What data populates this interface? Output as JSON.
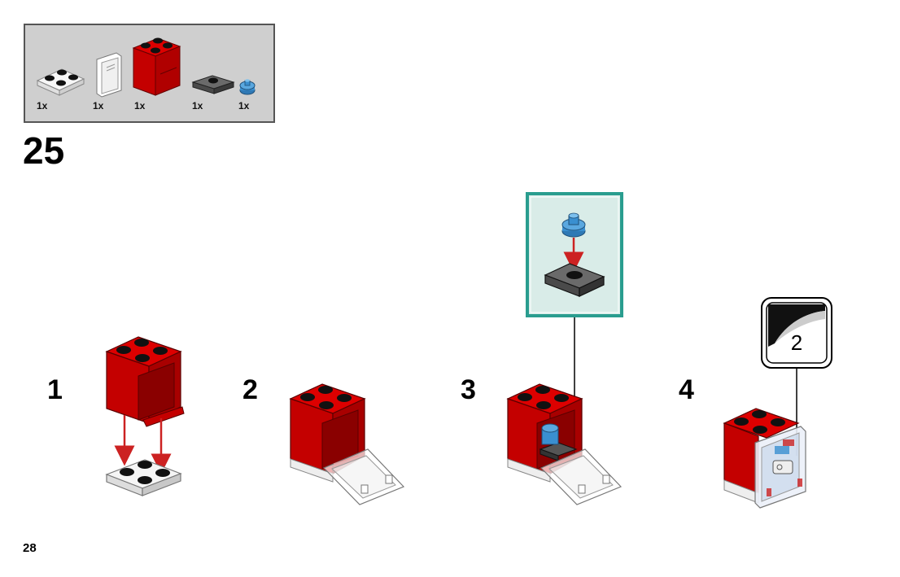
{
  "parts_list": {
    "items": [
      {
        "name": "white-plate-2x2",
        "qty": "1x",
        "color": "#f2f2f2"
      },
      {
        "name": "clear-door",
        "qty": "1x",
        "color": "#ffffff"
      },
      {
        "name": "red-container-2x2",
        "qty": "1x",
        "color": "#cc0000"
      },
      {
        "name": "dark-grey-jumper-plate",
        "qty": "1x",
        "color": "#555555"
      },
      {
        "name": "blue-round-tile",
        "qty": "1x",
        "color": "#3a8fd0"
      }
    ]
  },
  "step": {
    "number": "25"
  },
  "substeps": [
    {
      "label": "1"
    },
    {
      "label": "2"
    },
    {
      "label": "3"
    },
    {
      "label": "4"
    }
  ],
  "sticker": {
    "number": "2"
  },
  "page": {
    "number": "28"
  },
  "colors": {
    "red": "#cc0000",
    "arrow": "#cc2222",
    "teal_frame": "#2a9d8f",
    "callout_bg": "#d9ece8",
    "parts_bg": "#cfcfcf",
    "blue": "#3a8fd0"
  }
}
